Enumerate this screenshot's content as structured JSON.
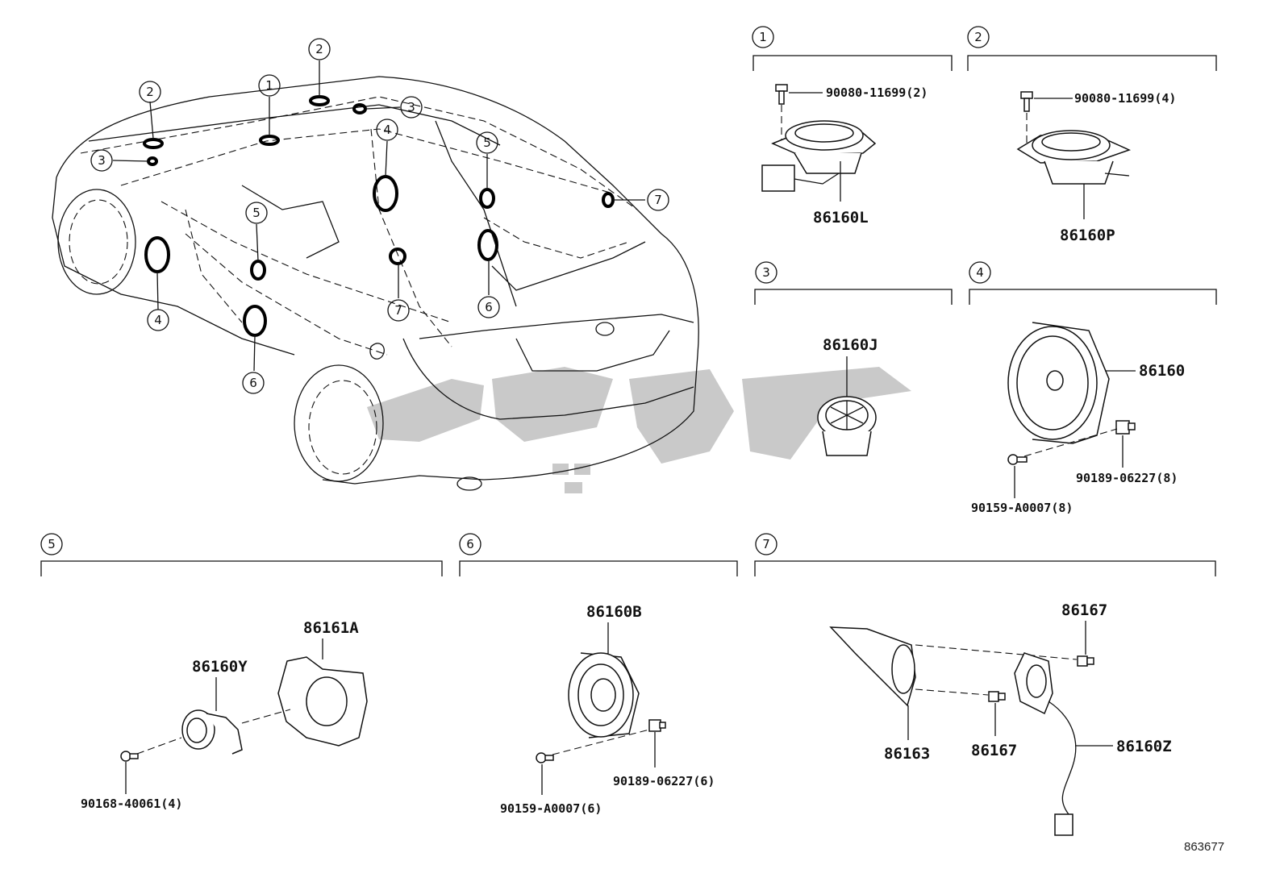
{
  "callouts": [
    "1",
    "2",
    "3",
    "4",
    "5",
    "6",
    "7"
  ],
  "panels": {
    "p1": {
      "bolt": "90080-11699(2)",
      "part": "86160L"
    },
    "p2": {
      "bolt": "90080-11699(4)",
      "part": "86160P"
    },
    "p3": {
      "part": "86160J"
    },
    "p4": {
      "part": "86160",
      "clip": "90189-06227(8)",
      "screw": "90159-A0007(8)"
    },
    "p5": {
      "speaker": "86160Y",
      "bracket": "86161A",
      "screw": "90168-40061(4)"
    },
    "p6": {
      "part": "86160B",
      "clip": "90189-06227(6)",
      "screw": "90159-A0007(6)"
    },
    "p7": {
      "cover": "86163",
      "clip_top": "86167",
      "clip_mid": "86167",
      "speaker": "86160Z"
    }
  },
  "diagram_code": "863677"
}
